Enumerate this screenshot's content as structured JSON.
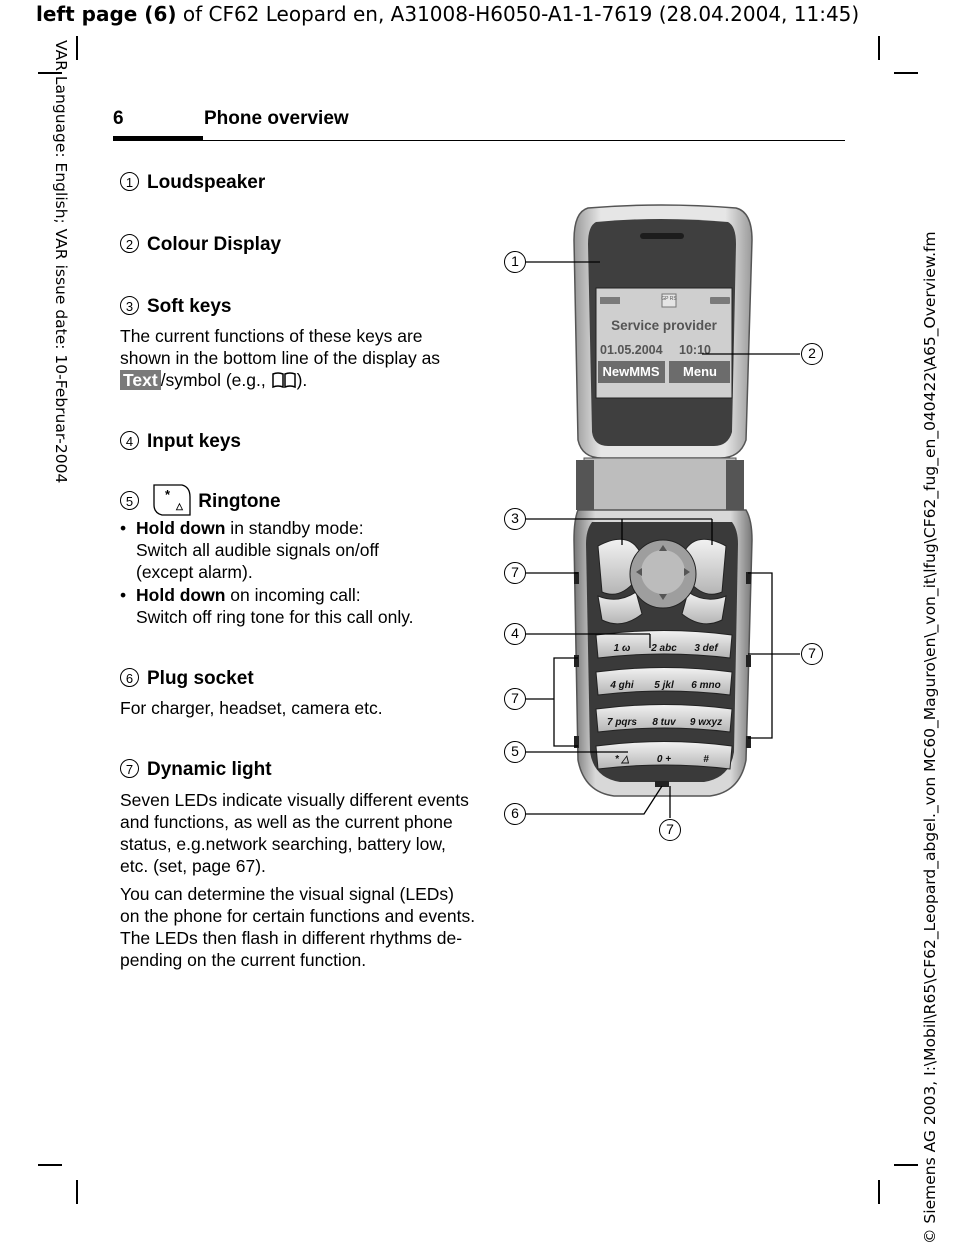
{
  "top_line": {
    "bold": "left page (6)",
    "rest": " of CF62 Leopard en, A31008-H6050-A1-1-7619 (28.04.2004, 11:45)"
  },
  "left_margin_text": "VAR Language: English; VAR issue date: 10-Februar-2004",
  "right_margin_text": "© Siemens AG 2003, I:\\Mobil\\R65\\CF62_Leopard_abgel._von MC60_Maguro\\en\\_von_it\\lfug\\CF62_fug_en_040422\\A65_Overview.fm",
  "header": {
    "page_number": "6",
    "title": "Phone overview"
  },
  "items": [
    {
      "num": "1",
      "title": "Loudspeaker"
    },
    {
      "num": "2",
      "title": "Colour Display"
    },
    {
      "num": "3",
      "title": "Soft keys",
      "text_before": "The current functions of these keys are shown in the bottom line of the display as",
      "badge": "Text",
      "text_after": "/symbol (e.g.,",
      "text_end": ")."
    },
    {
      "num": "4",
      "title": "Input keys"
    },
    {
      "num": "5",
      "title": "Ringtone",
      "bullets": [
        {
          "bold": "Hold down",
          "line1": " in standby mode:",
          "line2": "Switch all audible signals on/off",
          "line3": "(except alarm)."
        },
        {
          "bold": "Hold down",
          "line1": " on incoming call:",
          "line2": "Switch off ring tone for this call only.",
          "line3": ""
        }
      ]
    },
    {
      "num": "6",
      "title": "Plug socket",
      "text": "For charger, headset, camera etc."
    },
    {
      "num": "7",
      "title": "Dynamic light",
      "p1": [
        "Seven LEDs indicate visually different events",
        "and functions, as well as the current phone",
        "status, e.g.network searching, battery low,",
        "etc. (set, page 67)."
      ],
      "p2": [
        "You can determine the visual signal (LEDs)",
        "on the phone for certain functions and events.",
        "The LEDs then flash in different rhythms de-",
        "pending on the current function."
      ]
    }
  ],
  "phone": {
    "provider": "Service provider",
    "date": "01.05.2004",
    "time": "10:10",
    "soft_left": "NewMMS",
    "soft_right": "Menu",
    "gprs": "GP RS",
    "keys": [
      [
        "1 ω",
        "2 abc",
        "3 def"
      ],
      [
        "4 ghi",
        "5 jkl",
        "6 mno"
      ],
      [
        "7 pqrs",
        "8 tuv",
        "9 wxyz"
      ],
      [
        "* △",
        "0 +",
        "#"
      ]
    ]
  },
  "callouts": [
    "1",
    "2",
    "3",
    "7",
    "4",
    "7",
    "7",
    "5",
    "6",
    "7"
  ]
}
